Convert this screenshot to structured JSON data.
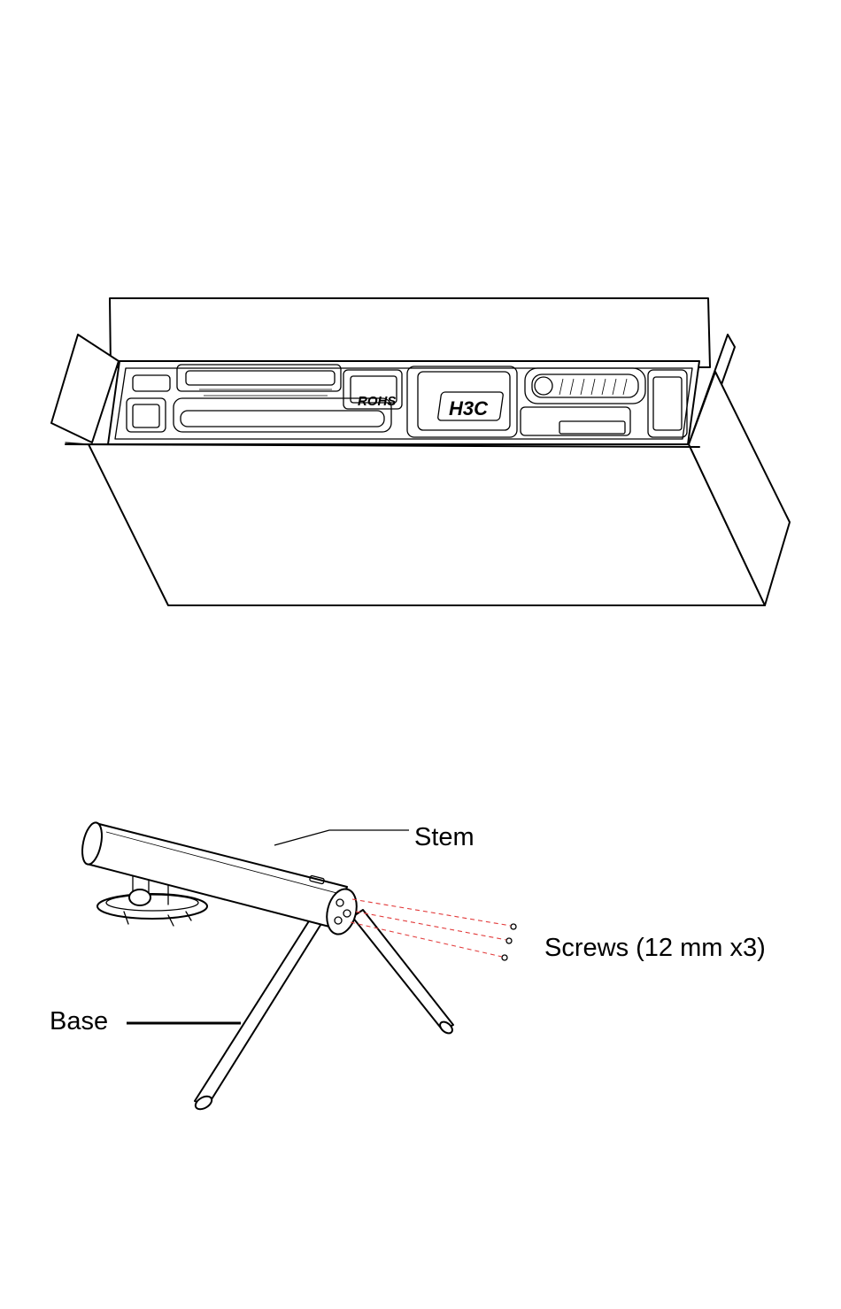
{
  "box_illustration": {
    "logo_text": "H3C",
    "rohs_text": "ROHS"
  },
  "stand_illustration": {
    "labels": {
      "stem": "Stem",
      "screws": "Screws (12 mm x3)",
      "base": "Base"
    }
  }
}
